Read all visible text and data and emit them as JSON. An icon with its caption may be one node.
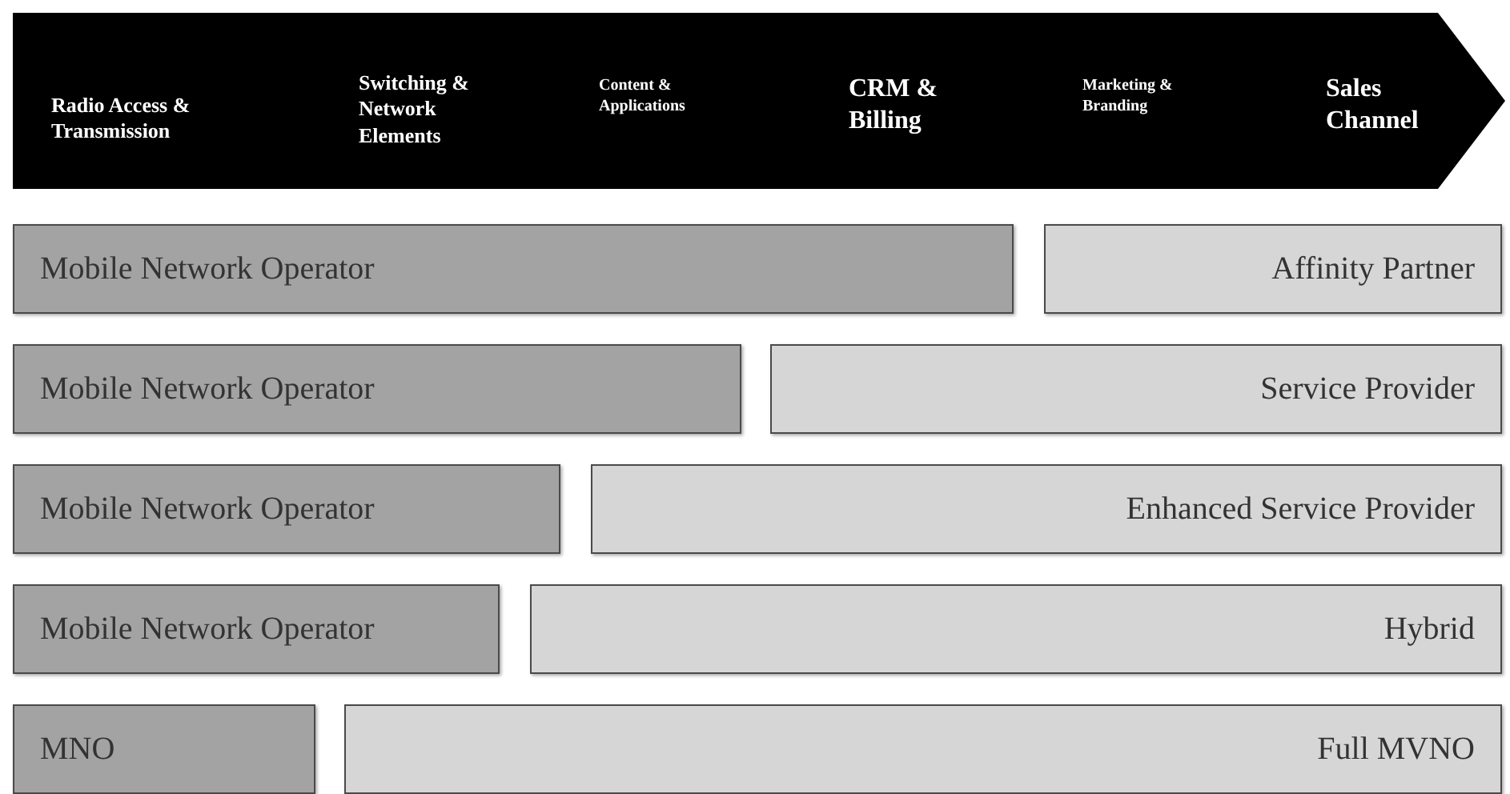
{
  "diagram": {
    "nodes": [
      {
        "text": [
          "Radio Access & Transmission"
        ]
      },
      {
        "text": [
          "Switching & Network Elements"
        ]
      },
      {
        "text": [
          "Content & Applications"
        ]
      },
      {
        "text": [
          "CRM & Billing"
        ]
      },
      {
        "text": [
          "Marketing & Branding"
        ]
      },
      {
        "text": [
          "Sales Channel"
        ]
      },
      {
        "text": [
          "Mobile Network Operator"
        ]
      },
      {
        "text": [
          "Affinity Partner"
        ]
      },
      {
        "text": [
          "Mobile Network Operator"
        ]
      },
      {
        "text": [
          "Service Provider"
        ]
      },
      {
        "text": [
          "Mobile Network Operator"
        ]
      },
      {
        "text": [
          "Enhanced Service Provider"
        ]
      },
      {
        "text": [
          "Mobile Network Operator"
        ]
      },
      {
        "text": [
          "Hybrid"
        ]
      },
      {
        "text": [
          "MNO"
        ]
      },
      {
        "text": [
          "Full MVNO"
        ]
      }
    ]
  }
}
